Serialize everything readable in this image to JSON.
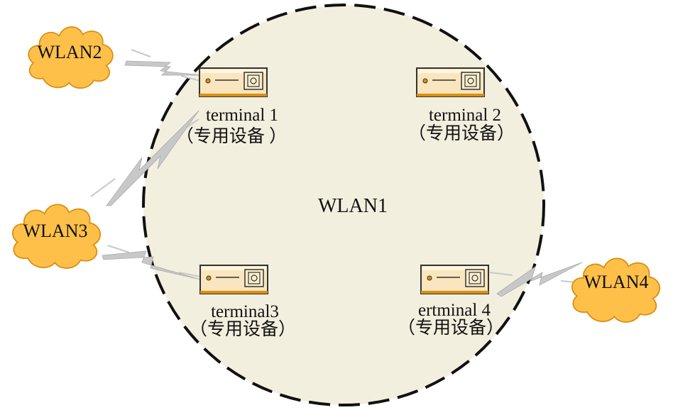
{
  "colors": {
    "circle_fill": "#f3efdf",
    "circle_stroke": "#111111",
    "cloud_fill": "#ffc04a",
    "cloud_stroke": "#d98f10",
    "device_fill": "#f9e6bf",
    "device_stroke": "#333333",
    "device_accent": "#d98f10",
    "link_fill": "#c8c8c8"
  },
  "network": {
    "main_label": "WLAN1"
  },
  "clouds": [
    {
      "id": "wlan2",
      "label": "WLAN2"
    },
    {
      "id": "wlan3",
      "label": "WLAN3"
    },
    {
      "id": "wlan4",
      "label": "WLAN4"
    }
  ],
  "terminals": [
    {
      "id": "t1",
      "name": "terminal 1",
      "type": "（专用设备 ）",
      "icon": "server-device-icon"
    },
    {
      "id": "t2",
      "name": "terminal 2",
      "type": "（专用设备）",
      "icon": "server-device-icon"
    },
    {
      "id": "t3",
      "name": "terminal3",
      "type": "（专用设备）",
      "icon": "server-device-icon"
    },
    {
      "id": "t4",
      "name": "ertminal 4",
      "type": "（专用设备）",
      "icon": "server-device-icon"
    }
  ],
  "links": [
    {
      "from": "wlan2",
      "to": "t1",
      "icon": "wireless-link-icon"
    },
    {
      "from": "wlan3",
      "to": "t1",
      "icon": "wireless-link-icon"
    },
    {
      "from": "wlan3",
      "to": "t3",
      "icon": "wireless-link-icon"
    },
    {
      "from": "wlan4",
      "to": "t4",
      "icon": "wireless-link-icon"
    }
  ]
}
